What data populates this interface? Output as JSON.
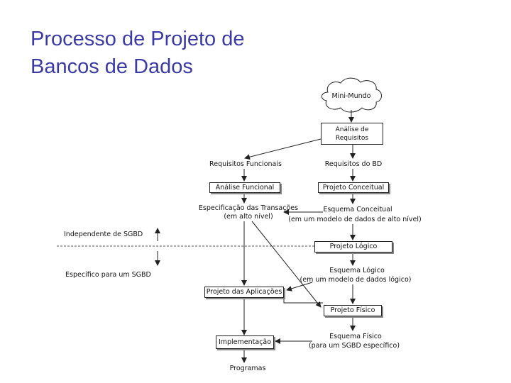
{
  "title": {
    "line1": "Processo de Projeto de",
    "line2": "Bancos de Dados"
  },
  "diagram": {
    "mini_mundo": "Mini-Mundo",
    "analise_requisitos_1": "Análise de",
    "analise_requisitos_2": "Requisitos",
    "requisitos_funcionais": "Requisitos Funcionais",
    "requisitos_bd": "Requisitos do BD",
    "analise_funcional": "Análise Funcional",
    "projeto_conceitual": "Projeto Conceitual",
    "especificacao_1": "Especificação das Transações",
    "especificacao_2": "(em alto nível)",
    "esquema_conceitual_1": "Esquema Conceitual",
    "esquema_conceitual_2": "(em um modelo de dados de alto nível)",
    "independente_sgbd": "Independente de SGBD",
    "projeto_logico": "Projeto Lógico",
    "especifico_sgbd": "Específico para um SGBD",
    "esquema_logico_1": "Esquema Lógico",
    "esquema_logico_2": "(em um modelo de dados lógico)",
    "projeto_aplicacoes": "Projeto das Aplicações",
    "projeto_fisico": "Projeto Físico",
    "esquema_fisico_1": "Esquema Físico",
    "esquema_fisico_2": "(para um SGBD específico)",
    "implementacao": "Implementação",
    "programas": "Programas"
  }
}
